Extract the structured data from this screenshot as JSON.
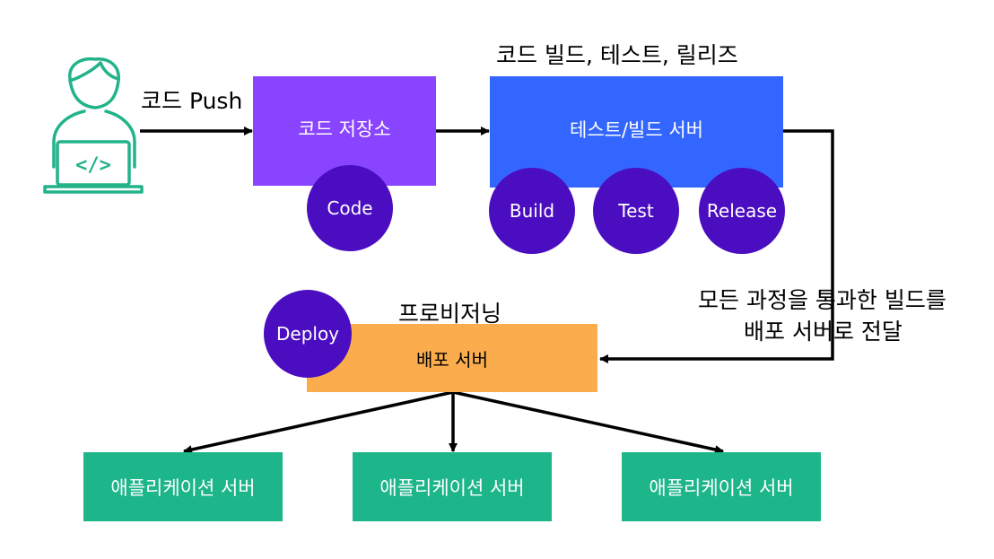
{
  "colors": {
    "repo": "#8844ff",
    "build_server": "#3366ff",
    "deploy_server": "#fbad4e",
    "app_server": "#1db58a",
    "circle": "#4a0dc0",
    "developer_icon": "#22b38a",
    "arrow": "#000000"
  },
  "developer": {
    "icon": "developer-laptop-icon",
    "code_symbol": "</>"
  },
  "labels": {
    "code_push": "코드 Push",
    "build_test_release": "코드 빌드, 테스트, 릴리즈",
    "handoff_line1": "모든 과정을 통과한 빌드를",
    "handoff_line2": "배포 서버로 전달",
    "provisioning": "프로비저닝"
  },
  "repo": {
    "title": "코드 저장소",
    "stage": "Code"
  },
  "build_server": {
    "title": "테스트/빌드 서버",
    "stages": [
      "Build",
      "Test",
      "Release"
    ]
  },
  "deploy_server": {
    "title": "배포 서버",
    "stage": "Deploy"
  },
  "app_servers": [
    {
      "title": "애플리케이션 서버"
    },
    {
      "title": "애플리케이션 서버"
    },
    {
      "title": "애플리케이션 서버"
    }
  ]
}
